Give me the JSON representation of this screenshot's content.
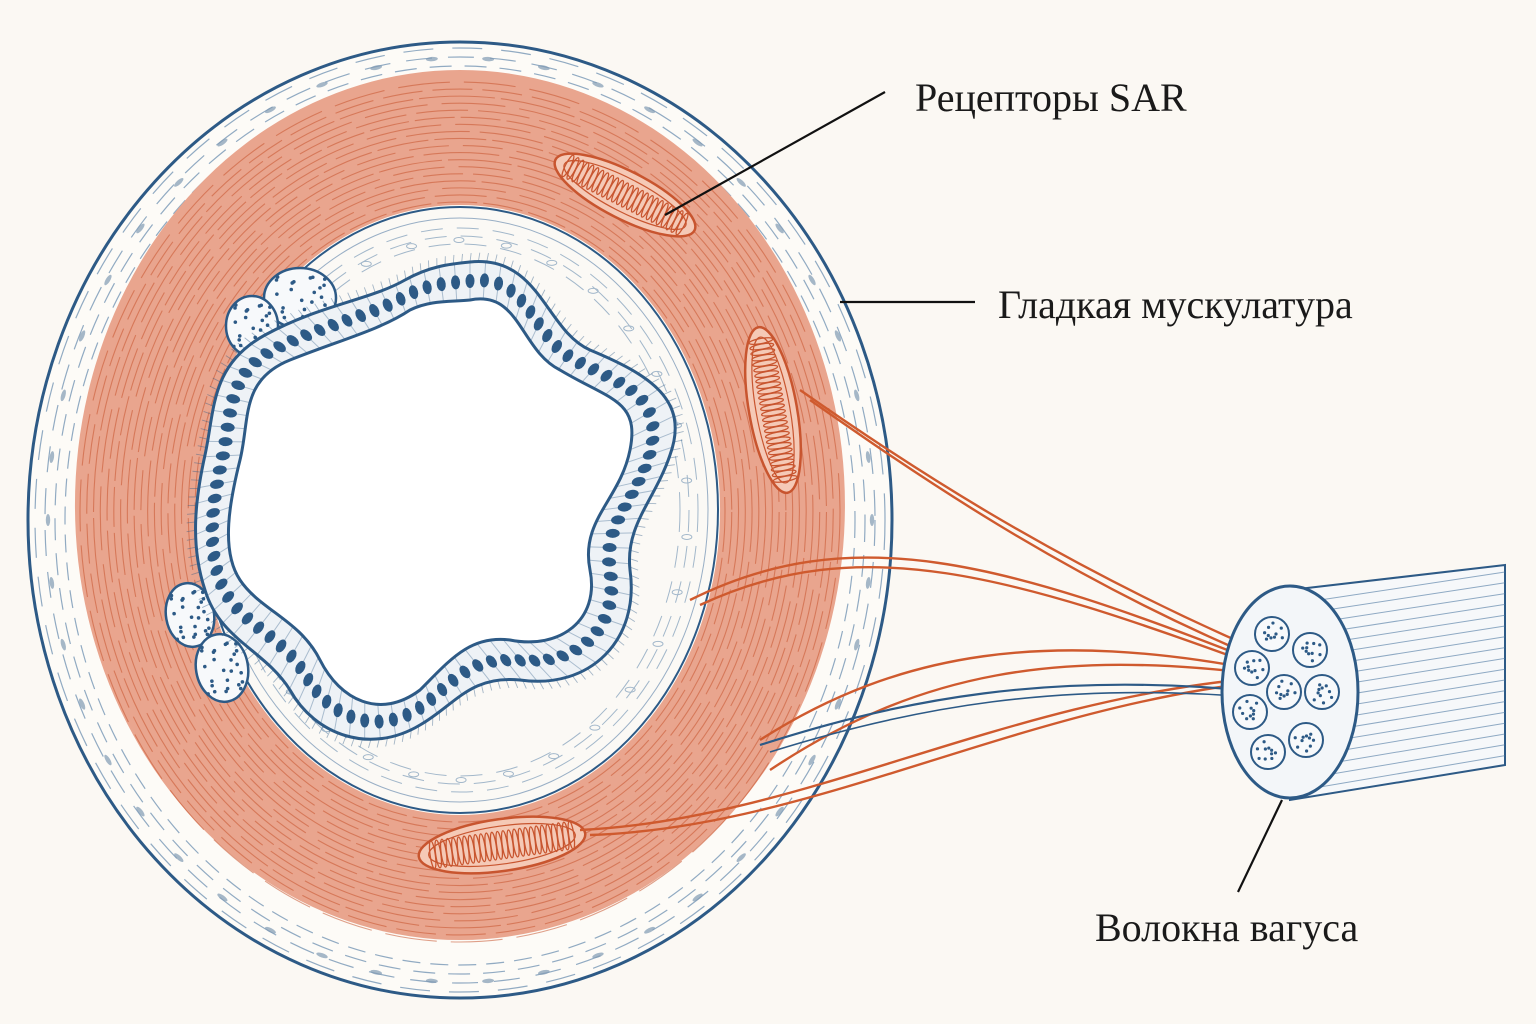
{
  "labels": {
    "sar_receptors": "Рецепторы SAR",
    "smooth_muscle": "Гладкая мускулатура",
    "vagus_fibers": "Волокна вагуса"
  },
  "colors": {
    "background": "#fbf8f3",
    "muscle": "#e9a58e",
    "muscle_line": "#c8552f",
    "nerve": "#cf5a2e",
    "outline_blue": "#2d5a86",
    "epithelium_fill": "#eef2f6",
    "nucleus": "#2d5a86",
    "text": "#1a1a1a"
  },
  "icons": {
    "sar_receptor": "sar-receptor-icon",
    "gland": "gland-icon",
    "nerve_fascicle": "nerve-fascicle-icon"
  }
}
